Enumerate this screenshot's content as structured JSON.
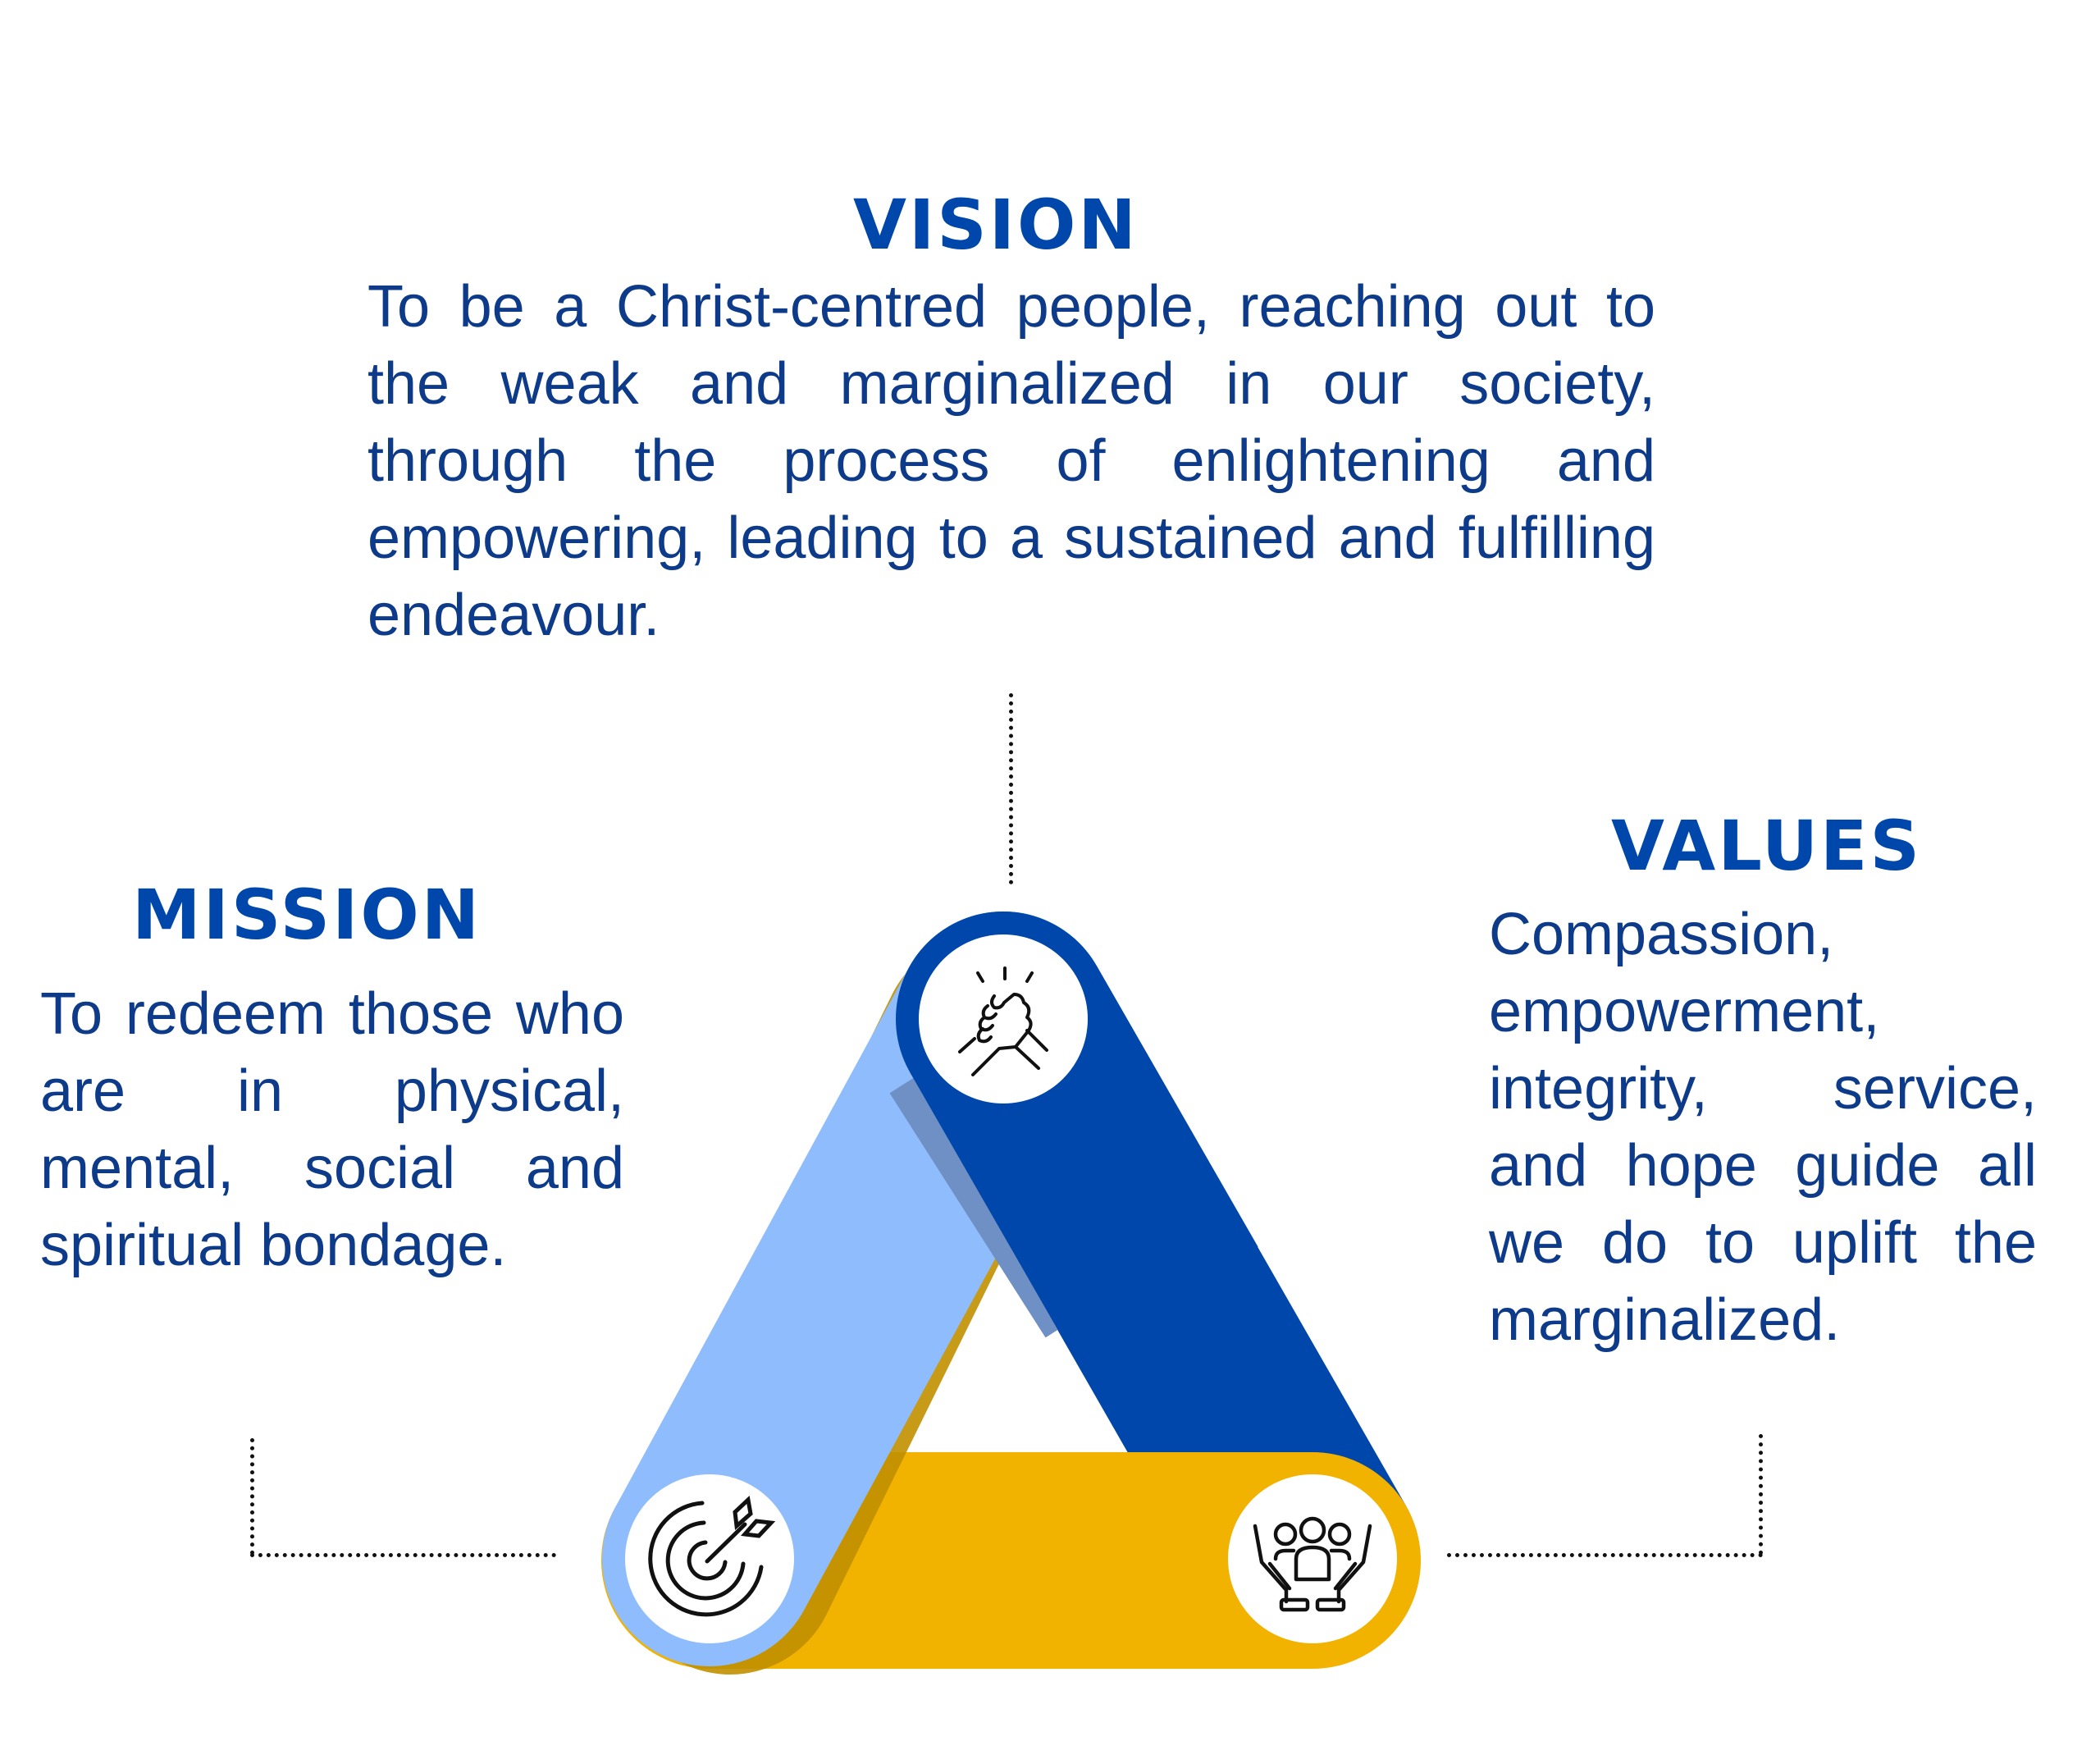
{
  "vision": {
    "title": "VISION",
    "text": "To be a Christ-centred people, reaching out to the weak and marginalized in our society, through the process of enlightening and empowering, leading to a sustained and fulfilling endeavour."
  },
  "mission": {
    "title": "MISSION",
    "text": "To redeem those who are in physical, mental, social and spiritual bondage."
  },
  "values": {
    "title": "VALUES",
    "text": "Compassion, empowerment, integrity, service, and hope guide all we do to uplift the marginalized."
  },
  "colors": {
    "dark_blue": "#0047ab",
    "light_blue": "#8fbcfc",
    "yellow": "#f2b300",
    "text": "#0d3b8a"
  },
  "icons": [
    "handshake-icon",
    "target-arrow-icon",
    "community-hands-icon"
  ]
}
